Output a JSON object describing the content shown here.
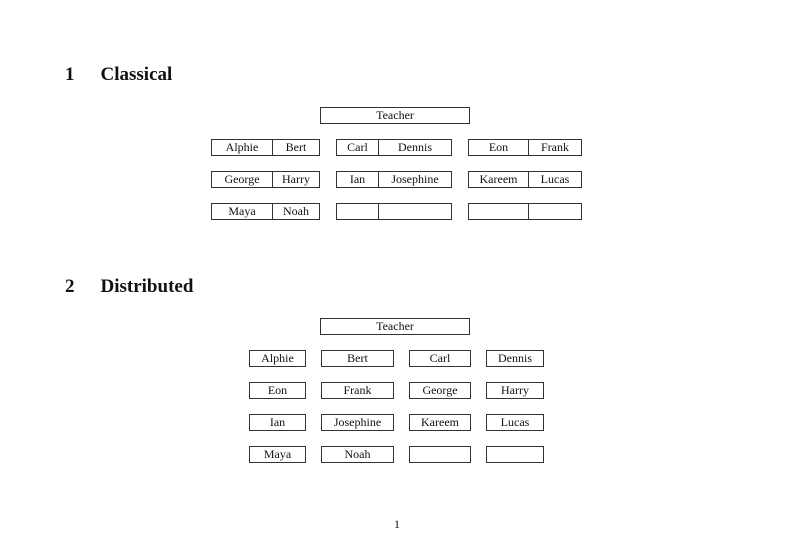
{
  "sections": {
    "classical": {
      "number": "1",
      "title": "Classical",
      "teacher_label": "Teacher",
      "desks": [
        [
          [
            "Alphie",
            "Bert"
          ],
          [
            "Carl",
            "Dennis"
          ],
          [
            "Eon",
            "Frank"
          ]
        ],
        [
          [
            "George",
            "Harry"
          ],
          [
            "Ian",
            "Josephine"
          ],
          [
            "Kareem",
            "Lucas"
          ]
        ],
        [
          [
            "Maya",
            "Noah"
          ],
          [
            "",
            ""
          ],
          [
            "",
            ""
          ]
        ]
      ]
    },
    "distributed": {
      "number": "2",
      "title": "Distributed",
      "teacher_label": "Teacher",
      "desks": [
        [
          "Alphie",
          "Bert",
          "Carl",
          "Dennis"
        ],
        [
          "Eon",
          "Frank",
          "George",
          "Harry"
        ],
        [
          "Ian",
          "Josephine",
          "Kareem",
          "Lucas"
        ],
        [
          "Maya",
          "Noah",
          "",
          ""
        ]
      ]
    }
  },
  "footer": {
    "page_number": "1"
  }
}
